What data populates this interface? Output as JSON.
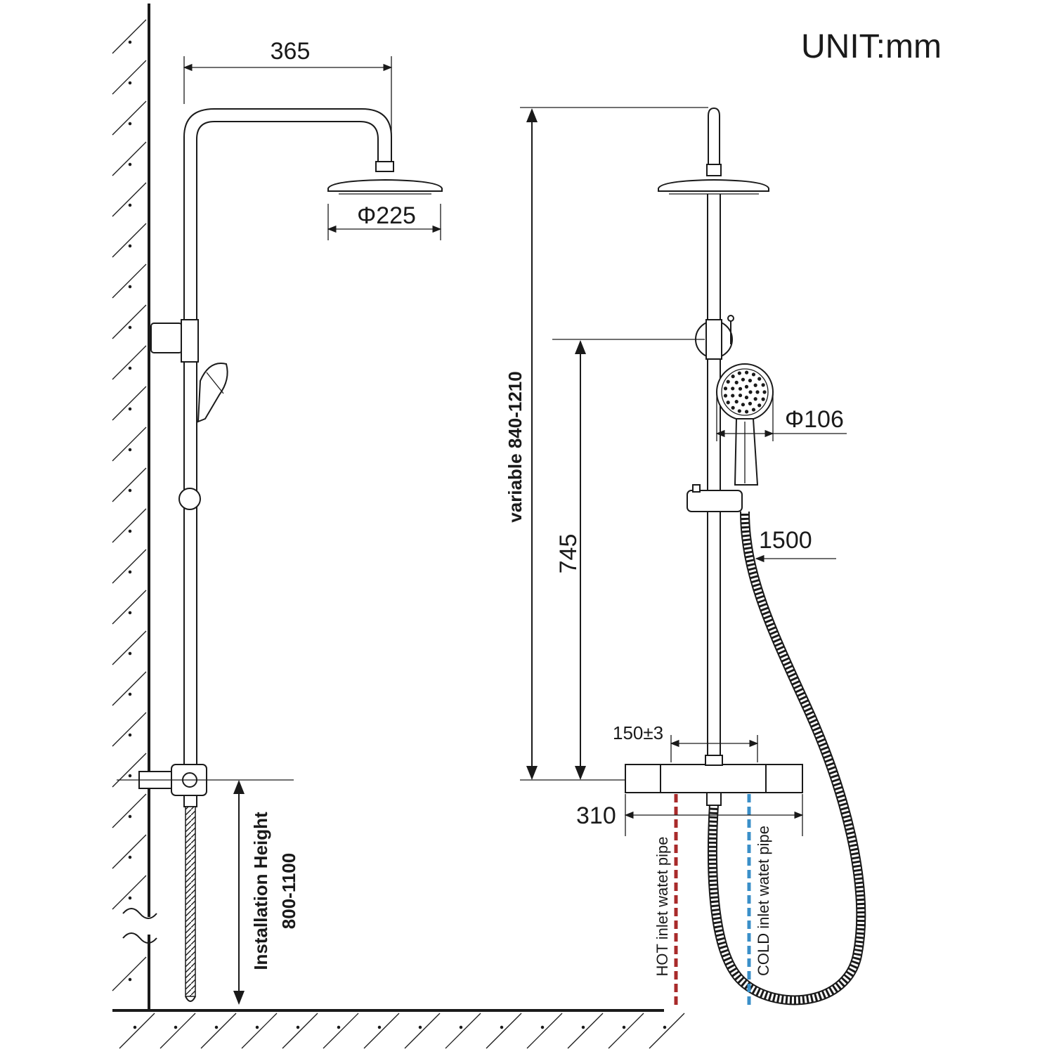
{
  "unit_label": "UNIT:mm",
  "side_view": {
    "arm_reach": "365",
    "head_diameter": "Φ225",
    "install_height_title": "Installation Height",
    "install_height_range": "800-1100"
  },
  "front_view": {
    "variable_height": "variable 840-1210",
    "slide_height": "745",
    "handshower_diameter": "Φ106",
    "hose_length": "1500",
    "inlet_spacing": "150±3",
    "valve_width": "310",
    "hot_pipe": "HOT inlet watet pipe",
    "cold_pipe": "COLD inlet watet pipe"
  },
  "colors": {
    "line": "#1a1a1a",
    "hot_pipe": "#a82a2a",
    "cold_pipe": "#3a8fc8"
  }
}
